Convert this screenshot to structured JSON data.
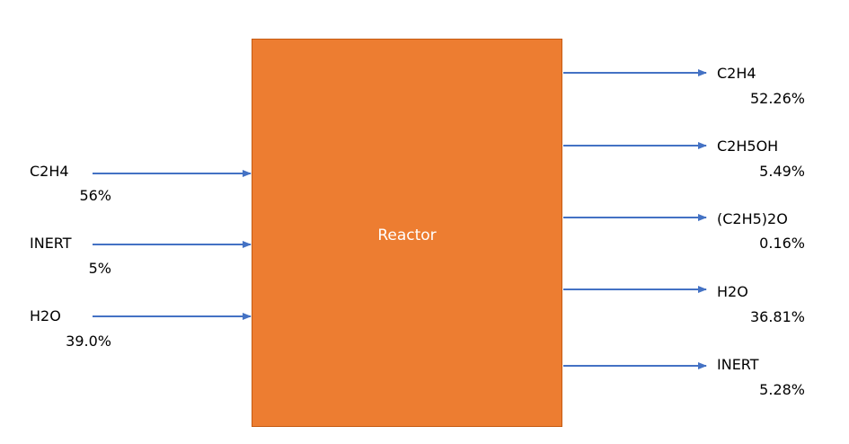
{
  "reactor": {
    "label": "Reactor",
    "fill_color": "#ED7D31",
    "border_color": "#C55A11"
  },
  "arrow_color": "#4472C4",
  "inputs": [
    {
      "name": "C2H4",
      "value": "56%"
    },
    {
      "name": "INERT",
      "value": "5%"
    },
    {
      "name": "H2O",
      "value": "39.0%"
    }
  ],
  "outputs": [
    {
      "name": "C2H4",
      "value": "52.26%"
    },
    {
      "name": "C2H5OH",
      "value": "5.49%"
    },
    {
      "name": "(C2H5)2O",
      "value": "0.16%"
    },
    {
      "name": "H2O",
      "value": "36.81%"
    },
    {
      "name": "INERT",
      "value": "5.28%"
    }
  ]
}
